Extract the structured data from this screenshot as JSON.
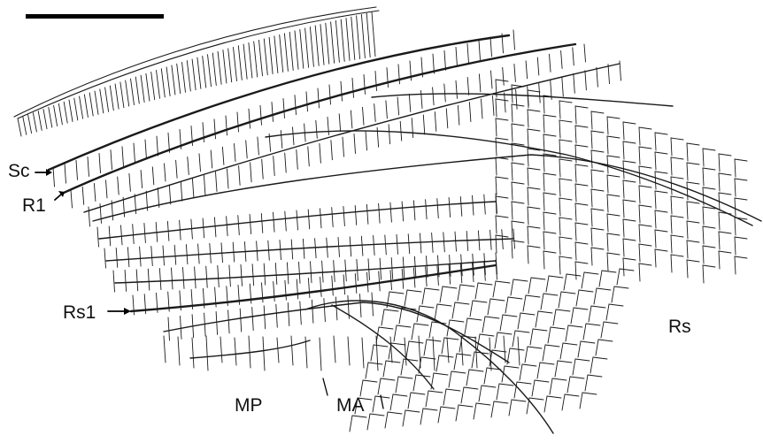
{
  "figure": {
    "labels": {
      "sc": "Sc",
      "r1": "R1",
      "rs1": "Rs1",
      "rs": "Rs",
      "mp": "MP",
      "ma": "MA"
    },
    "colors": {
      "vein": "#1a1a1a",
      "background": "#ffffff",
      "scale_bar": "#000000"
    }
  }
}
